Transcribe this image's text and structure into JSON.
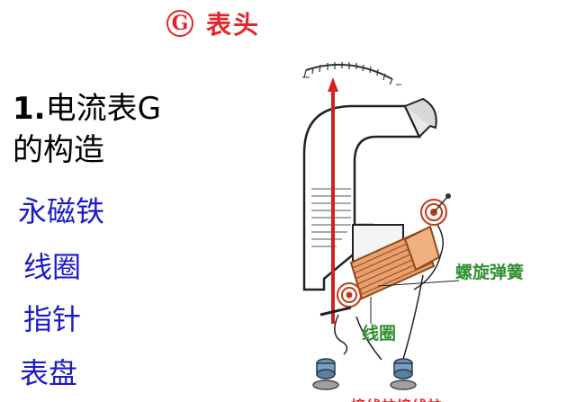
{
  "title": {
    "symbol": "G",
    "text": "表头"
  },
  "heading": {
    "number": "1.",
    "line1": "电流表G",
    "line2": "的构造"
  },
  "parts": [
    "永磁铁",
    "线圈",
    "指针",
    "表盘"
  ],
  "diagram_labels": {
    "spring": "螺旋弹簧",
    "coil": "线圈",
    "bottom_cut": "接线柱接线柱"
  },
  "colors": {
    "title_red": "#e3262b",
    "parts_blue": "#1b1bc9",
    "label_green": "#2f8f2f",
    "pointer_red": "#d42020",
    "coil_orange": "#e07a3a"
  }
}
